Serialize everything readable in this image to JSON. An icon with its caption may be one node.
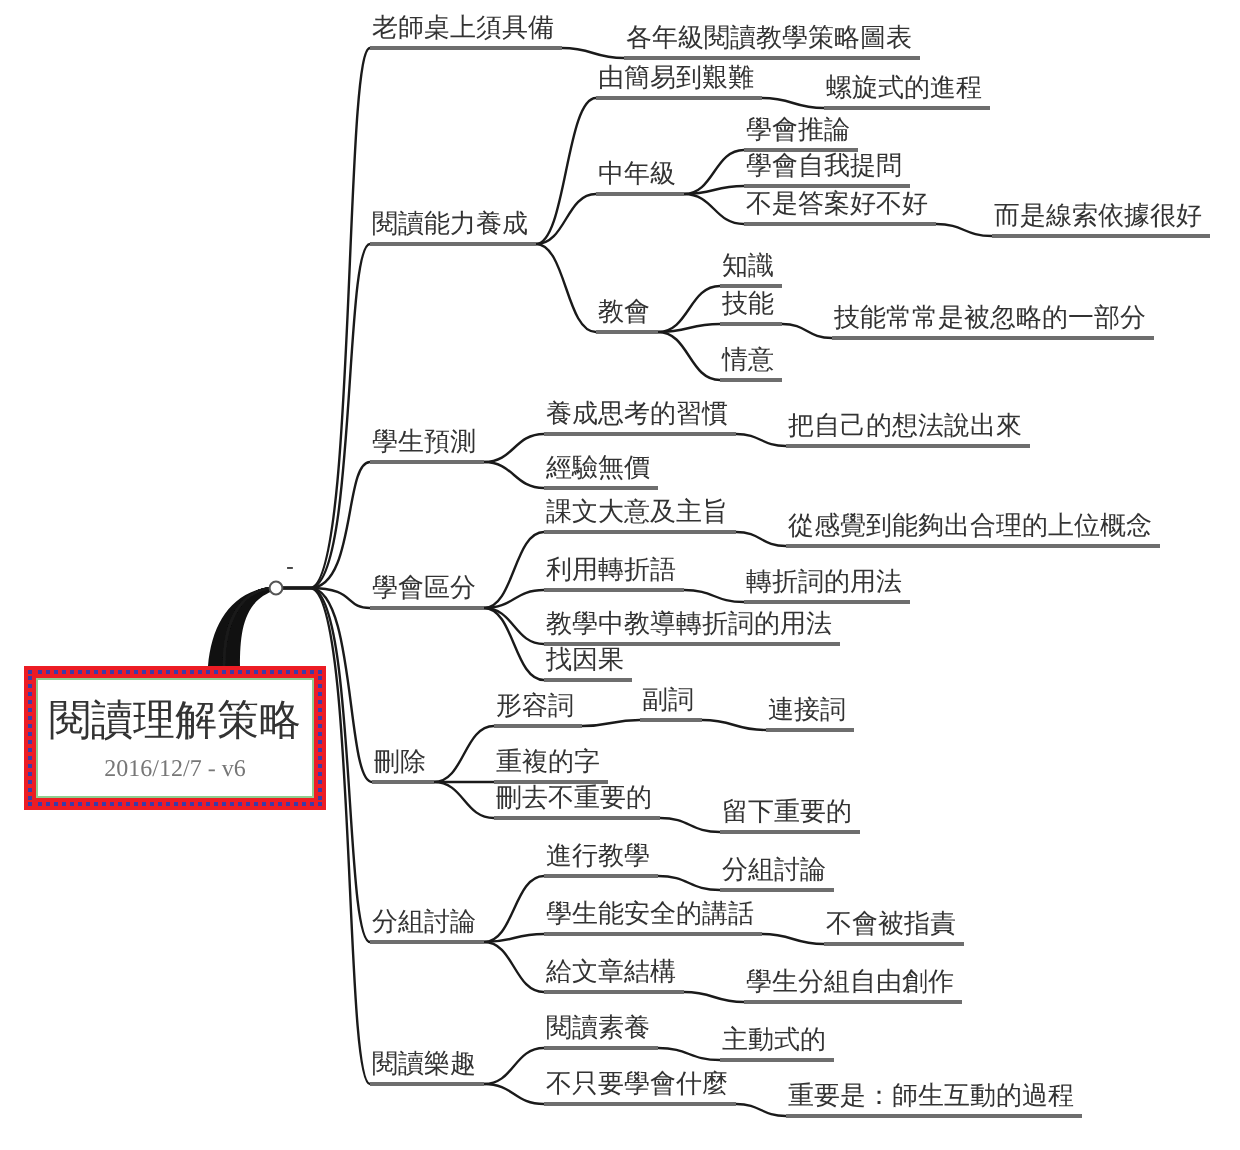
{
  "diagram": {
    "nodes": [
      {
        "text": [
          "閱讀理解策略",
          "2016/12/7 - v6"
        ]
      },
      {
        "text": [
          "老師桌上須具備"
        ]
      },
      {
        "text": [
          "各年級閱讀教學策略圖表"
        ]
      },
      {
        "text": [
          "閱讀能力養成"
        ]
      },
      {
        "text": [
          "由簡易到艱難"
        ]
      },
      {
        "text": [
          "螺旋式的進程"
        ]
      },
      {
        "text": [
          "中年級"
        ]
      },
      {
        "text": [
          "學會推論"
        ]
      },
      {
        "text": [
          "學會自我提問"
        ]
      },
      {
        "text": [
          "不是答案好不好"
        ]
      },
      {
        "text": [
          "而是線索依據很好"
        ]
      },
      {
        "text": [
          "教會"
        ]
      },
      {
        "text": [
          "知識"
        ]
      },
      {
        "text": [
          "技能"
        ]
      },
      {
        "text": [
          "技能常常是被忽略的一部分"
        ]
      },
      {
        "text": [
          "情意"
        ]
      },
      {
        "text": [
          "學生預測"
        ]
      },
      {
        "text": [
          "養成思考的習慣"
        ]
      },
      {
        "text": [
          "把自己的想法說出來"
        ]
      },
      {
        "text": [
          "經驗無價"
        ]
      },
      {
        "text": [
          "學會區分"
        ]
      },
      {
        "text": [
          "課文大意及主旨"
        ]
      },
      {
        "text": [
          "從感覺到能夠出合理的上位概念"
        ]
      },
      {
        "text": [
          "利用轉折語"
        ]
      },
      {
        "text": [
          "轉折詞的用法"
        ]
      },
      {
        "text": [
          "教學中教導轉折詞的用法"
        ]
      },
      {
        "text": [
          "找因果"
        ]
      },
      {
        "text": [
          "刪除"
        ]
      },
      {
        "text": [
          "形容詞"
        ]
      },
      {
        "text": [
          "副詞"
        ]
      },
      {
        "text": [
          "連接詞"
        ]
      },
      {
        "text": [
          "重複的字"
        ]
      },
      {
        "text": [
          "刪去不重要的"
        ]
      },
      {
        "text": [
          "留下重要的"
        ]
      },
      {
        "text": [
          "分組討論"
        ]
      },
      {
        "text": [
          "進行教學"
        ]
      },
      {
        "text": [
          "分組討論"
        ]
      },
      {
        "text": [
          "學生能安全的講話"
        ]
      },
      {
        "text": [
          "不會被指責"
        ]
      },
      {
        "text": [
          "給文章結構"
        ]
      },
      {
        "text": [
          "學生分組自由創作"
        ]
      },
      {
        "text": [
          "閱讀樂趣"
        ]
      },
      {
        "text": [
          "閱讀素養"
        ]
      },
      {
        "text": [
          "主動式的"
        ]
      },
      {
        "text": [
          "不只要學會什麼"
        ]
      },
      {
        "text": [
          "重要是：師生互動的過程"
        ]
      }
    ],
    "edges": [
      {
        "from": 0,
        "to": 1,
        "arrow": "none"
      },
      {
        "from": 0,
        "to": 3,
        "arrow": "none"
      },
      {
        "from": 0,
        "to": 16,
        "arrow": "none"
      },
      {
        "from": 0,
        "to": 20,
        "arrow": "none"
      },
      {
        "from": 0,
        "to": 27,
        "arrow": "none"
      },
      {
        "from": 0,
        "to": 34,
        "arrow": "none"
      },
      {
        "from": 0,
        "to": 41,
        "arrow": "none"
      },
      {
        "from": 1,
        "to": 2,
        "arrow": "none"
      },
      {
        "from": 3,
        "to": 4,
        "arrow": "none"
      },
      {
        "from": 3,
        "to": 6,
        "arrow": "none"
      },
      {
        "from": 3,
        "to": 11,
        "arrow": "none"
      },
      {
        "from": 4,
        "to": 5,
        "arrow": "none"
      },
      {
        "from": 6,
        "to": 7,
        "arrow": "none"
      },
      {
        "from": 6,
        "to": 8,
        "arrow": "none"
      },
      {
        "from": 6,
        "to": 9,
        "arrow": "none"
      },
      {
        "from": 9,
        "to": 10,
        "arrow": "none"
      },
      {
        "from": 11,
        "to": 12,
        "arrow": "none"
      },
      {
        "from": 11,
        "to": 13,
        "arrow": "none"
      },
      {
        "from": 11,
        "to": 15,
        "arrow": "none"
      },
      {
        "from": 13,
        "to": 14,
        "arrow": "none"
      },
      {
        "from": 16,
        "to": 17,
        "arrow": "none"
      },
      {
        "from": 16,
        "to": 19,
        "arrow": "none"
      },
      {
        "from": 17,
        "to": 18,
        "arrow": "none"
      },
      {
        "from": 20,
        "to": 21,
        "arrow": "none"
      },
      {
        "from": 20,
        "to": 23,
        "arrow": "none"
      },
      {
        "from": 20,
        "to": 25,
        "arrow": "none"
      },
      {
        "from": 20,
        "to": 26,
        "arrow": "none"
      },
      {
        "from": 21,
        "to": 22,
        "arrow": "none"
      },
      {
        "from": 23,
        "to": 24,
        "arrow": "none"
      },
      {
        "from": 27,
        "to": 28,
        "arrow": "none"
      },
      {
        "from": 27,
        "to": 31,
        "arrow": "none"
      },
      {
        "from": 27,
        "to": 32,
        "arrow": "none"
      },
      {
        "from": 28,
        "to": 29,
        "arrow": "none"
      },
      {
        "from": 29,
        "to": 30,
        "arrow": "none"
      },
      {
        "from": 32,
        "to": 33,
        "arrow": "none"
      },
      {
        "from": 34,
        "to": 35,
        "arrow": "none"
      },
      {
        "from": 34,
        "to": 37,
        "arrow": "none"
      },
      {
        "from": 34,
        "to": 39,
        "arrow": "none"
      },
      {
        "from": 35,
        "to": 36,
        "arrow": "none"
      },
      {
        "from": 37,
        "to": 38,
        "arrow": "none"
      },
      {
        "from": 39,
        "to": 40,
        "arrow": "none"
      },
      {
        "from": 41,
        "to": 42,
        "arrow": "none"
      },
      {
        "from": 41,
        "to": 44,
        "arrow": "none"
      },
      {
        "from": 42,
        "to": 43,
        "arrow": "none"
      },
      {
        "from": 44,
        "to": 45,
        "arrow": "none"
      }
    ],
    "labels": [
      "-"
    ]
  }
}
